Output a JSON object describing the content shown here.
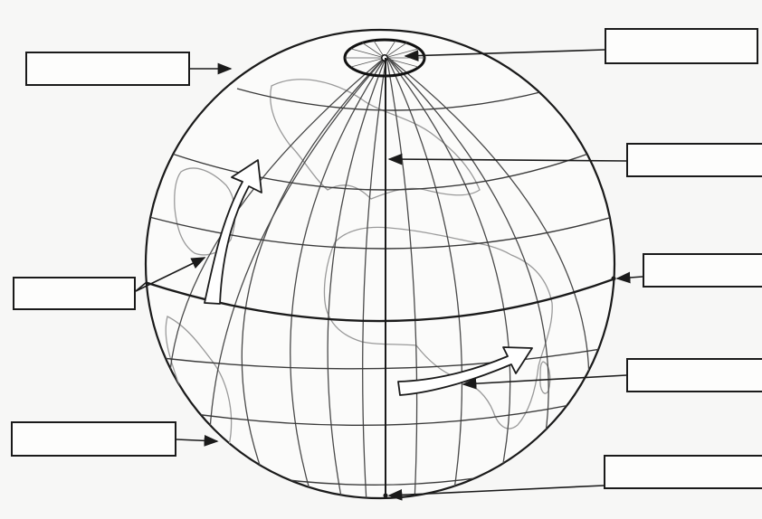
{
  "colors": {
    "ink": "#1a1a1a",
    "grid": "#4a4a4a",
    "continent": "#9a9a9a",
    "paper": "#f7f7f6"
  },
  "labels": [
    {
      "id": "top-left",
      "text": ""
    },
    {
      "id": "top-right",
      "text": ""
    },
    {
      "id": "upper-right",
      "text": ""
    },
    {
      "id": "middle-right",
      "text": ""
    },
    {
      "id": "left",
      "text": ""
    },
    {
      "id": "lower-right",
      "text": ""
    },
    {
      "id": "bottom-left",
      "text": ""
    },
    {
      "id": "bottom-right",
      "text": ""
    }
  ]
}
